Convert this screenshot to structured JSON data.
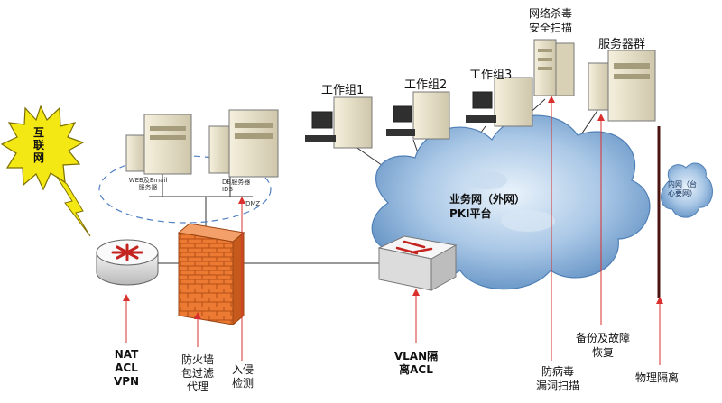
{
  "internet": {
    "label": "互\n联\n网"
  },
  "dmz": {
    "web_server": "WEB及Email\n服务器",
    "db_server": "DB服务器\nIDS",
    "zone": "DMZ"
  },
  "network_cloud": {
    "line1": "业务网（外网）",
    "line2": "PKI平台"
  },
  "isolated_cloud": {
    "label": "内网（台\n心要网）"
  },
  "workgroups": [
    "工作组1",
    "工作组2",
    "工作组3"
  ],
  "antivirus_scanner": "网络杀毒\n安全扫描",
  "server_farm": "服务器群",
  "annotations": {
    "router": "NAT\nACL\nVPN",
    "firewall": "防火墙\n包过滤\n代理",
    "ids": "入侵\n检测",
    "switch": "VLAN隔\n离ACL",
    "antivirus": "防病毒\n漏洞扫描",
    "backup": "备份及故障\n恢复",
    "isolation": "物理隔离"
  },
  "colors": {
    "arrow": "#d9302e",
    "cloud": "#6f9ac9",
    "firewall": "#e8732c",
    "burst": "#f2e81a",
    "server": "#e9e3cf"
  }
}
